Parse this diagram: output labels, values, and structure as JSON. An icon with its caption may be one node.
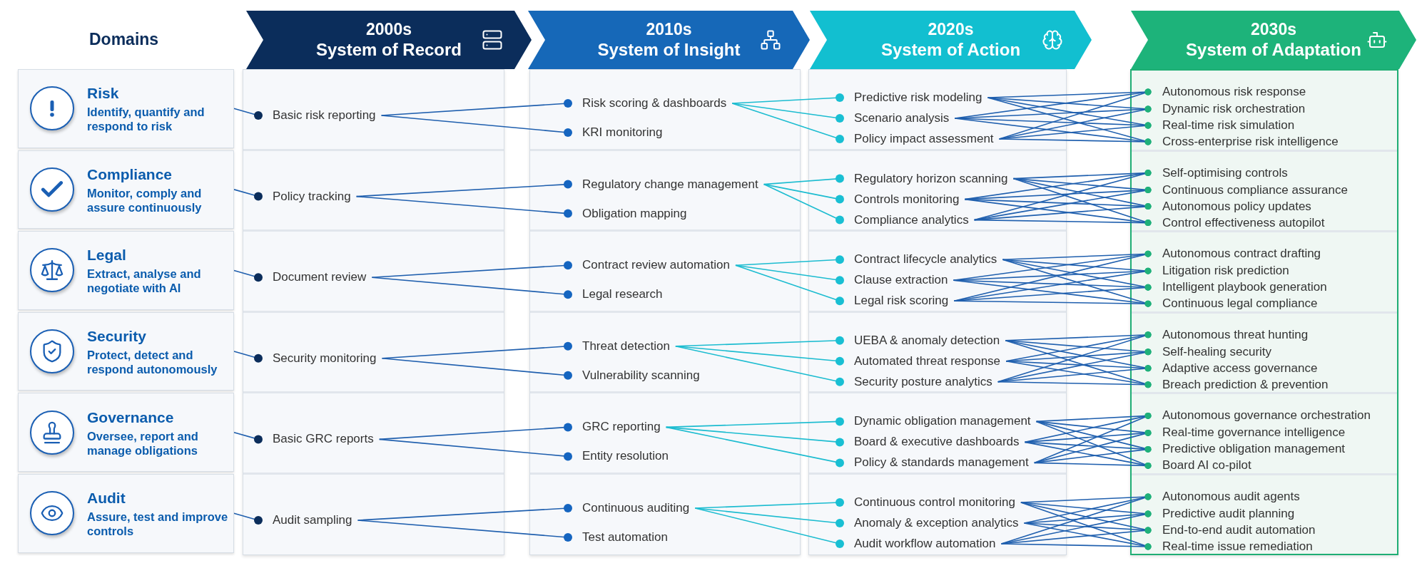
{
  "diagram": {
    "nodes": [
      {
        "text": [
          "2000s",
          "System of Record"
        ]
      },
      {
        "text": [
          "2010s",
          "System of Insight"
        ]
      },
      {
        "text": [
          "2020s",
          "System of Action"
        ]
      },
      {
        "text": [
          "2030s",
          "System of Adaptation"
        ]
      },
      {
        "text": [
          "Risk",
          "Identify, quantify and respond to risk"
        ]
      },
      {
        "text": [
          "Basic risk reporting"
        ]
      },
      {
        "text": [
          "Risk scoring & dashboards"
        ]
      },
      {
        "text": [
          "KRI monitoring"
        ]
      },
      {
        "text": [
          "Predictive risk modeling"
        ]
      },
      {
        "text": [
          "Scenario analysis"
        ]
      },
      {
        "text": [
          "Policy impact assessment"
        ]
      },
      {
        "text": [
          "Autonomous risk response"
        ]
      },
      {
        "text": [
          "Dynamic risk orchestration"
        ]
      },
      {
        "text": [
          "Real-time risk simulation"
        ]
      },
      {
        "text": [
          "Cross-enterprise risk intelligence"
        ]
      },
      {
        "text": [
          "Compliance",
          "Monitor, comply and assure continuously"
        ]
      },
      {
        "text": [
          "Policy tracking"
        ]
      },
      {
        "text": [
          "Regulatory change management"
        ]
      },
      {
        "text": [
          "Obligation mapping"
        ]
      },
      {
        "text": [
          "Regulatory horizon scanning"
        ]
      },
      {
        "text": [
          "Controls monitoring"
        ]
      },
      {
        "text": [
          "Compliance analytics"
        ]
      },
      {
        "text": [
          "Self-optimising controls"
        ]
      },
      {
        "text": [
          "Continuous compliance assurance"
        ]
      },
      {
        "text": [
          "Autonomous policy updates"
        ]
      },
      {
        "text": [
          "Control effectiveness autopilot"
        ]
      },
      {
        "text": [
          "Legal",
          "Extract, analyse and negotiate with AI"
        ]
      },
      {
        "text": [
          "Document review"
        ]
      },
      {
        "text": [
          "Contract review automation"
        ]
      },
      {
        "text": [
          "Legal research"
        ]
      },
      {
        "text": [
          "Contract lifecycle analytics"
        ]
      },
      {
        "text": [
          "Clause extraction"
        ]
      },
      {
        "text": [
          "Legal risk scoring"
        ]
      },
      {
        "text": [
          "Autonomous contract drafting"
        ]
      },
      {
        "text": [
          "Litigation risk prediction"
        ]
      },
      {
        "text": [
          "Intelligent playbook generation"
        ]
      },
      {
        "text": [
          "Continuous legal compliance"
        ]
      },
      {
        "text": [
          "Security",
          "Protect, detect and respond autonomously"
        ]
      },
      {
        "text": [
          "Security monitoring"
        ]
      },
      {
        "text": [
          "Threat detection"
        ]
      },
      {
        "text": [
          "Vulnerability scanning"
        ]
      },
      {
        "text": [
          "UEBA & anomaly detection"
        ]
      },
      {
        "text": [
          "Automated threat response"
        ]
      },
      {
        "text": [
          "Security posture analytics"
        ]
      },
      {
        "text": [
          "Autonomous threat hunting"
        ]
      },
      {
        "text": [
          "Self-healing security"
        ]
      },
      {
        "text": [
          "Adaptive access governance"
        ]
      },
      {
        "text": [
          "Breach prediction & prevention"
        ]
      },
      {
        "text": [
          "Governance",
          "Oversee, report and manage obligations"
        ]
      },
      {
        "text": [
          "Basic GRC reports"
        ]
      },
      {
        "text": [
          "GRC reporting"
        ]
      },
      {
        "text": [
          "Entity resolution"
        ]
      },
      {
        "text": [
          "Dynamic obligation management"
        ]
      },
      {
        "text": [
          "Board & executive dashboards"
        ]
      },
      {
        "text": [
          "Policy & standards management"
        ]
      },
      {
        "text": [
          "Autonomous governance orchestration"
        ]
      },
      {
        "text": [
          "Real-time governance intelligence"
        ]
      },
      {
        "text": [
          "Predictive obligation management"
        ]
      },
      {
        "text": [
          "Board AI co-pilot"
        ]
      },
      {
        "text": [
          "Audit",
          "Assure, test and improve controls"
        ]
      },
      {
        "text": [
          "Audit sampling"
        ]
      },
      {
        "text": [
          "Continuous auditing"
        ]
      },
      {
        "text": [
          "Test automation"
        ]
      },
      {
        "text": [
          "Continuous control monitoring"
        ]
      },
      {
        "text": [
          "Anomaly & exception analytics"
        ]
      },
      {
        "text": [
          "Audit workflow automation"
        ]
      },
      {
        "text": [
          "Autonomous audit agents"
        ]
      },
      {
        "text": [
          "Predictive audit planning"
        ]
      },
      {
        "text": [
          "End-to-end audit automation"
        ]
      },
      {
        "text": [
          "Real-time issue remediation"
        ]
      }
    ],
    "edges": [
      {
        "from": 4,
        "to": 5,
        "arrow": "other"
      },
      {
        "from": 5,
        "to": 6,
        "arrow": "other"
      },
      {
        "from": 5,
        "to": 7,
        "arrow": "other"
      },
      {
        "from": 6,
        "to": 8,
        "arrow": "other",
        "color": "#1cbcd0"
      },
      {
        "from": 6,
        "to": 9,
        "arrow": "other",
        "color": "#1cbcd0"
      },
      {
        "from": 6,
        "to": 10,
        "arrow": "other",
        "color": "#1cbcd0"
      },
      {
        "from": 8,
        "to": 11,
        "arrow": "other"
      },
      {
        "from": 8,
        "to": 12,
        "arrow": "other"
      },
      {
        "from": 8,
        "to": 13,
        "arrow": "other"
      },
      {
        "from": 8,
        "to": 14,
        "arrow": "other"
      },
      {
        "from": 9,
        "to": 11,
        "arrow": "other"
      },
      {
        "from": 9,
        "to": 12,
        "arrow": "other"
      },
      {
        "from": 9,
        "to": 13,
        "arrow": "other"
      },
      {
        "from": 9,
        "to": 14,
        "arrow": "other"
      },
      {
        "from": 10,
        "to": 11,
        "arrow": "other"
      },
      {
        "from": 10,
        "to": 12,
        "arrow": "other"
      },
      {
        "from": 10,
        "to": 13,
        "arrow": "other"
      },
      {
        "from": 10,
        "to": 14,
        "arrow": "other"
      },
      {
        "from": 15,
        "to": 16,
        "arrow": "other"
      },
      {
        "from": 16,
        "to": 17,
        "arrow": "other"
      },
      {
        "from": 16,
        "to": 18,
        "arrow": "other"
      },
      {
        "from": 17,
        "to": 19,
        "arrow": "other",
        "color": "#1cbcd0"
      },
      {
        "from": 17,
        "to": 20,
        "arrow": "other",
        "color": "#1cbcd0"
      },
      {
        "from": 17,
        "to": 21,
        "arrow": "other",
        "color": "#1cbcd0"
      },
      {
        "from": 19,
        "to": 22,
        "arrow": "other"
      },
      {
        "from": 19,
        "to": 23,
        "arrow": "other"
      },
      {
        "from": 19,
        "to": 24,
        "arrow": "other"
      },
      {
        "from": 19,
        "to": 25,
        "arrow": "other"
      },
      {
        "from": 20,
        "to": 22,
        "arrow": "other"
      },
      {
        "from": 20,
        "to": 23,
        "arrow": "other"
      },
      {
        "from": 20,
        "to": 24,
        "arrow": "other"
      },
      {
        "from": 20,
        "to": 25,
        "arrow": "other"
      },
      {
        "from": 21,
        "to": 22,
        "arrow": "other"
      },
      {
        "from": 21,
        "to": 23,
        "arrow": "other"
      },
      {
        "from": 21,
        "to": 24,
        "arrow": "other"
      },
      {
        "from": 21,
        "to": 25,
        "arrow": "other"
      },
      {
        "from": 26,
        "to": 27,
        "arrow": "other"
      },
      {
        "from": 27,
        "to": 28,
        "arrow": "other"
      },
      {
        "from": 27,
        "to": 29,
        "arrow": "other"
      },
      {
        "from": 28,
        "to": 30,
        "arrow": "other",
        "color": "#1cbcd0"
      },
      {
        "from": 28,
        "to": 31,
        "arrow": "other",
        "color": "#1cbcd0"
      },
      {
        "from": 28,
        "to": 32,
        "arrow": "other",
        "color": "#1cbcd0"
      },
      {
        "from": 30,
        "to": 33,
        "arrow": "other"
      },
      {
        "from": 30,
        "to": 34,
        "arrow": "other"
      },
      {
        "from": 30,
        "to": 35,
        "arrow": "other"
      },
      {
        "from": 30,
        "to": 36,
        "arrow": "other"
      },
      {
        "from": 31,
        "to": 33,
        "arrow": "other"
      },
      {
        "from": 31,
        "to": 34,
        "arrow": "other"
      },
      {
        "from": 31,
        "to": 35,
        "arrow": "other"
      },
      {
        "from": 31,
        "to": 36,
        "arrow": "other"
      },
      {
        "from": 32,
        "to": 33,
        "arrow": "other"
      },
      {
        "from": 32,
        "to": 34,
        "arrow": "other"
      },
      {
        "from": 32,
        "to": 35,
        "arrow": "other"
      },
      {
        "from": 32,
        "to": 36,
        "arrow": "other"
      },
      {
        "from": 37,
        "to": 38,
        "arrow": "other"
      },
      {
        "from": 38,
        "to": 39,
        "arrow": "other"
      },
      {
        "from": 38,
        "to": 40,
        "arrow": "other"
      },
      {
        "from": 39,
        "to": 41,
        "arrow": "other",
        "color": "#1cbcd0"
      },
      {
        "from": 39,
        "to": 42,
        "arrow": "other",
        "color": "#1cbcd0"
      },
      {
        "from": 39,
        "to": 43,
        "arrow": "other",
        "color": "#1cbcd0"
      },
      {
        "from": 41,
        "to": 44,
        "arrow": "other"
      },
      {
        "from": 41,
        "to": 45,
        "arrow": "other"
      },
      {
        "from": 41,
        "to": 46,
        "arrow": "other"
      },
      {
        "from": 41,
        "to": 47,
        "arrow": "other"
      },
      {
        "from": 42,
        "to": 44,
        "arrow": "other"
      },
      {
        "from": 42,
        "to": 45,
        "arrow": "other"
      },
      {
        "from": 42,
        "to": 46,
        "arrow": "other"
      },
      {
        "from": 42,
        "to": 47,
        "arrow": "other"
      },
      {
        "from": 43,
        "to": 44,
        "arrow": "other"
      },
      {
        "from": 43,
        "to": 45,
        "arrow": "other"
      },
      {
        "from": 43,
        "to": 46,
        "arrow": "other"
      },
      {
        "from": 43,
        "to": 47,
        "arrow": "other"
      },
      {
        "from": 48,
        "to": 49,
        "arrow": "other"
      },
      {
        "from": 49,
        "to": 50,
        "arrow": "other"
      },
      {
        "from": 49,
        "to": 51,
        "arrow": "other"
      },
      {
        "from": 50,
        "to": 52,
        "arrow": "other",
        "color": "#1cbcd0"
      },
      {
        "from": 50,
        "to": 53,
        "arrow": "other",
        "color": "#1cbcd0"
      },
      {
        "from": 50,
        "to": 54,
        "arrow": "other",
        "color": "#1cbcd0"
      },
      {
        "from": 52,
        "to": 55,
        "arrow": "other"
      },
      {
        "from": 52,
        "to": 56,
        "arrow": "other"
      },
      {
        "from": 52,
        "to": 57,
        "arrow": "other"
      },
      {
        "from": 52,
        "to": 58,
        "arrow": "other"
      },
      {
        "from": 53,
        "to": 55,
        "arrow": "other"
      },
      {
        "from": 53,
        "to": 56,
        "arrow": "other"
      },
      {
        "from": 53,
        "to": 57,
        "arrow": "other"
      },
      {
        "from": 53,
        "to": 58,
        "arrow": "other"
      },
      {
        "from": 54,
        "to": 55,
        "arrow": "other"
      },
      {
        "from": 54,
        "to": 56,
        "arrow": "other"
      },
      {
        "from": 54,
        "to": 57,
        "arrow": "other"
      },
      {
        "from": 54,
        "to": 58,
        "arrow": "other"
      },
      {
        "from": 59,
        "to": 60,
        "arrow": "other"
      },
      {
        "from": 60,
        "to": 61,
        "arrow": "other"
      },
      {
        "from": 60,
        "to": 62,
        "arrow": "other"
      },
      {
        "from": 61,
        "to": 63,
        "arrow": "other",
        "color": "#1cbcd0"
      },
      {
        "from": 61,
        "to": 64,
        "arrow": "other",
        "color": "#1cbcd0"
      },
      {
        "from": 61,
        "to": 65,
        "arrow": "other",
        "color": "#1cbcd0"
      },
      {
        "from": 63,
        "to": 66,
        "arrow": "other"
      },
      {
        "from": 63,
        "to": 67,
        "arrow": "other"
      },
      {
        "from": 63,
        "to": 68,
        "arrow": "other"
      },
      {
        "from": 63,
        "to": 69,
        "arrow": "other"
      },
      {
        "from": 64,
        "to": 66,
        "arrow": "other"
      },
      {
        "from": 64,
        "to": 67,
        "arrow": "other"
      },
      {
        "from": 64,
        "to": 68,
        "arrow": "other"
      },
      {
        "from": 64,
        "to": 69,
        "arrow": "other"
      },
      {
        "from": 65,
        "to": 66,
        "arrow": "other"
      },
      {
        "from": 65,
        "to": 67,
        "arrow": "other"
      },
      {
        "from": 65,
        "to": 68,
        "arrow": "other"
      },
      {
        "from": 65,
        "to": 69,
        "arrow": "other"
      }
    ],
    "labels": [
      "Domains"
    ]
  }
}
